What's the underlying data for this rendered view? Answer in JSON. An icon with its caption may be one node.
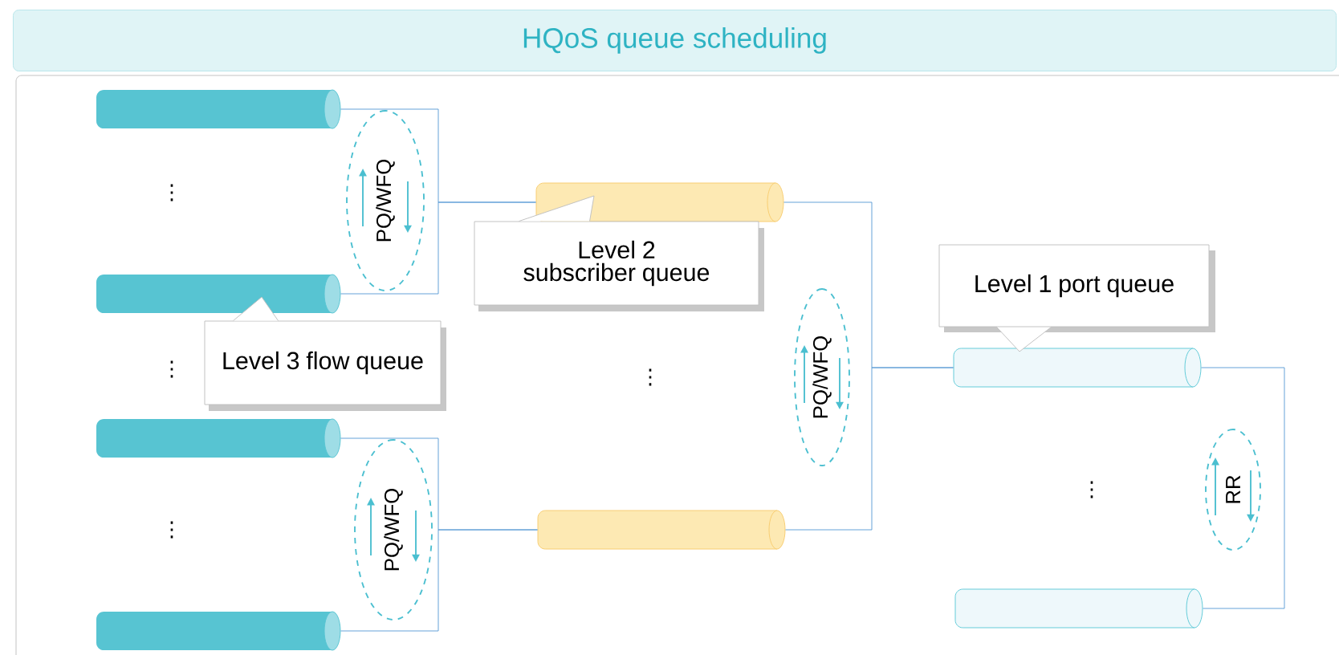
{
  "diagram": {
    "title": "HQoS queue scheduling",
    "nodes": [
      {
        "text": [],
        "shape": "cylinder"
      },
      {
        "text": [],
        "shape": "cylinder"
      },
      {
        "text": [],
        "shape": "cylinder"
      },
      {
        "text": [],
        "shape": "cylinder"
      },
      {
        "text": [],
        "shape": "cylinder"
      },
      {
        "text": [],
        "shape": "cylinder"
      },
      {
        "text": [],
        "shape": "cylinder"
      },
      {
        "text": [],
        "shape": "cylinder"
      },
      {
        "text": [
          "PQ/WFQ"
        ]
      },
      {
        "text": [
          "PQ/WFQ"
        ]
      },
      {
        "text": [
          "PQ/WFQ"
        ]
      },
      {
        "text": [
          "RR"
        ]
      },
      {
        "text": [
          "Level 3 flow queue"
        ]
      },
      {
        "text": [
          "Level 2 subscriber queue"
        ]
      },
      {
        "text": [
          "Level 1 port queue"
        ]
      }
    ],
    "edges": [
      {
        "from": 0,
        "to": 4,
        "arrow": "none"
      },
      {
        "from": 1,
        "to": 4,
        "arrow": "none"
      },
      {
        "from": 2,
        "to": 5,
        "arrow": "none"
      },
      {
        "from": 3,
        "to": 5,
        "arrow": "none"
      },
      {
        "from": 4,
        "to": 6,
        "arrow": "none"
      },
      {
        "from": 5,
        "to": 6,
        "arrow": "none"
      },
      {
        "from": 6,
        "to": 7,
        "arrow": "none"
      },
      {
        "from": 12,
        "to": 1,
        "arrow": "none",
        "color": "#bfbfbf"
      },
      {
        "from": 13,
        "to": 4,
        "arrow": "none",
        "color": "#bfbfbf"
      },
      {
        "from": 14,
        "to": 6,
        "arrow": "none",
        "color": "#bfbfbf"
      }
    ],
    "labels": [
      "⋮",
      "⋮",
      "⋮",
      "⋮",
      "⋮"
    ]
  }
}
